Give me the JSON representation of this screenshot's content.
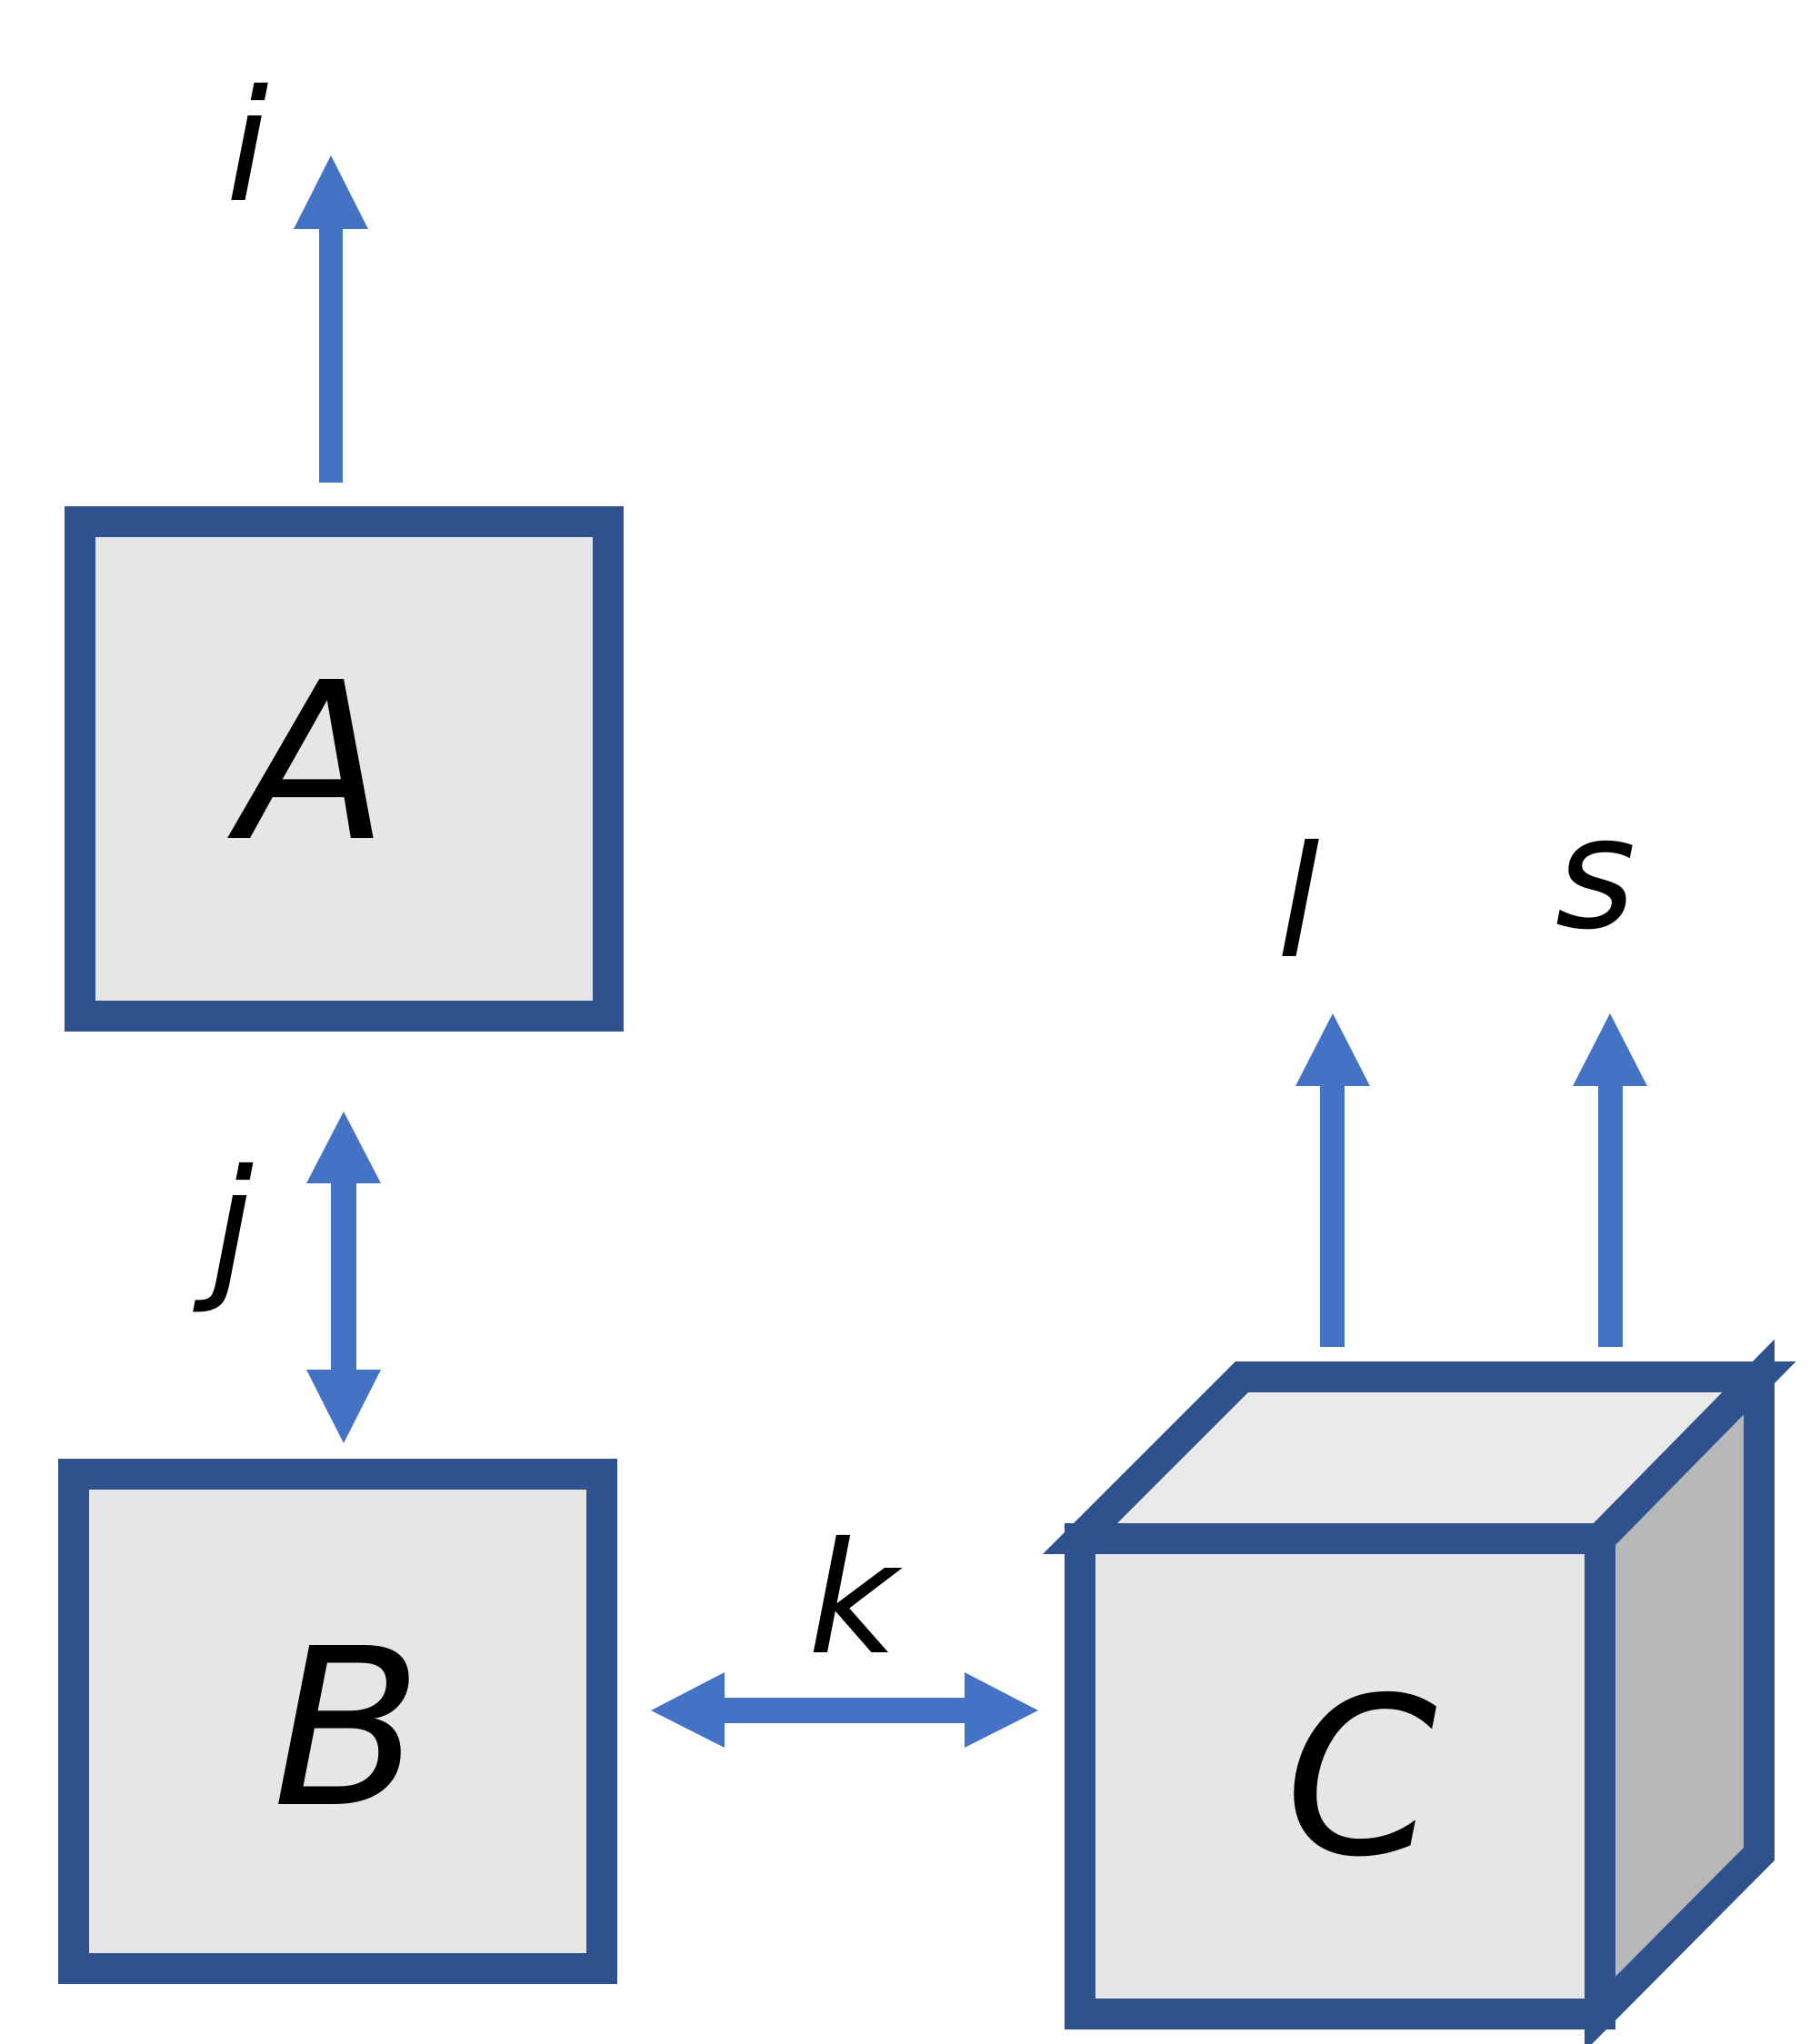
{
  "colors": {
    "box_border": "#2F528F",
    "box_fill": "#E6E6E6",
    "cube_top": "#EAEAEA",
    "cube_side": "#B8B8B8",
    "arrow": "#4472C4",
    "text": "#000000"
  },
  "nodes": {
    "a": {
      "label": "A",
      "shape": "square"
    },
    "b": {
      "label": "B",
      "shape": "square"
    },
    "c": {
      "label": "C",
      "shape": "cube"
    }
  },
  "edges": {
    "i": {
      "label": "i",
      "from": "A",
      "direction": "outward-up"
    },
    "j": {
      "label": "j",
      "between": [
        "A",
        "B"
      ],
      "direction": "bidirectional"
    },
    "k": {
      "label": "k",
      "between": [
        "B",
        "C"
      ],
      "direction": "bidirectional"
    },
    "l": {
      "label": "l",
      "from": "C",
      "direction": "outward-up"
    },
    "s": {
      "label": "s",
      "from": "C",
      "direction": "outward-up"
    }
  }
}
